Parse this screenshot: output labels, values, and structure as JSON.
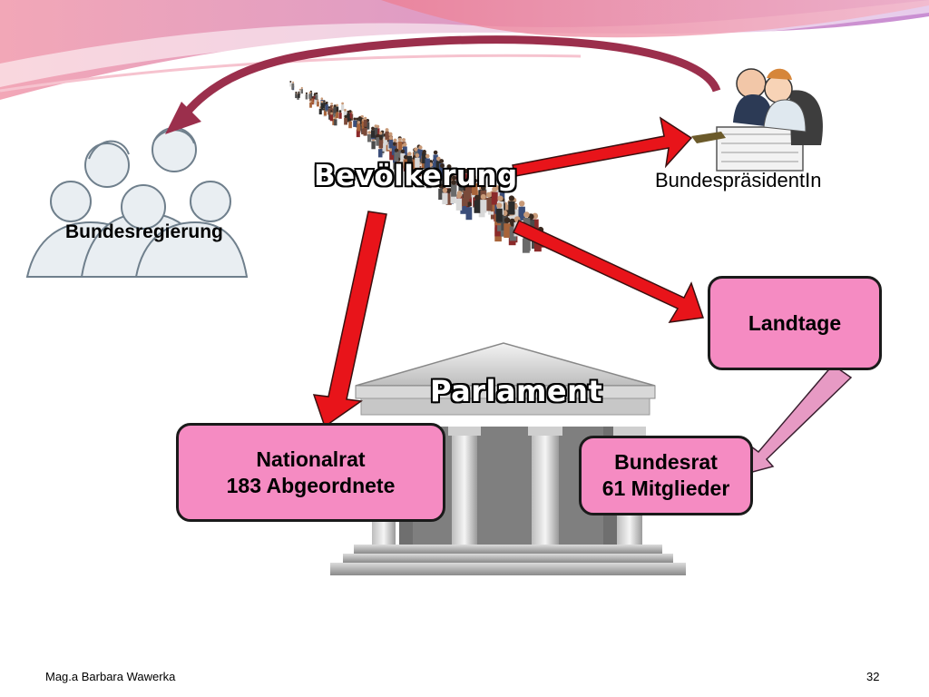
{
  "diagram": {
    "population_label": "Bevölkerung",
    "government_label": "Bundesregierung",
    "president_label": "BundespräsidentIn",
    "parliament_label": "Parlament",
    "landtage_label": "Landtage",
    "nationalrat": {
      "line1": "Nationalrat",
      "line2": "183 Abgeordnete"
    },
    "bundesrat": {
      "line1": "Bundesrat",
      "line2": "61 Mitglieder"
    }
  },
  "footer": {
    "author": "Mag.a Barbara Wawerka",
    "page_number": "32"
  },
  "colors": {
    "arrow_red": "#e8141a",
    "box_pink": "#f58bc2",
    "arrow_pink": "#e79ac4",
    "curved_arrow": "#9b2f4c"
  }
}
